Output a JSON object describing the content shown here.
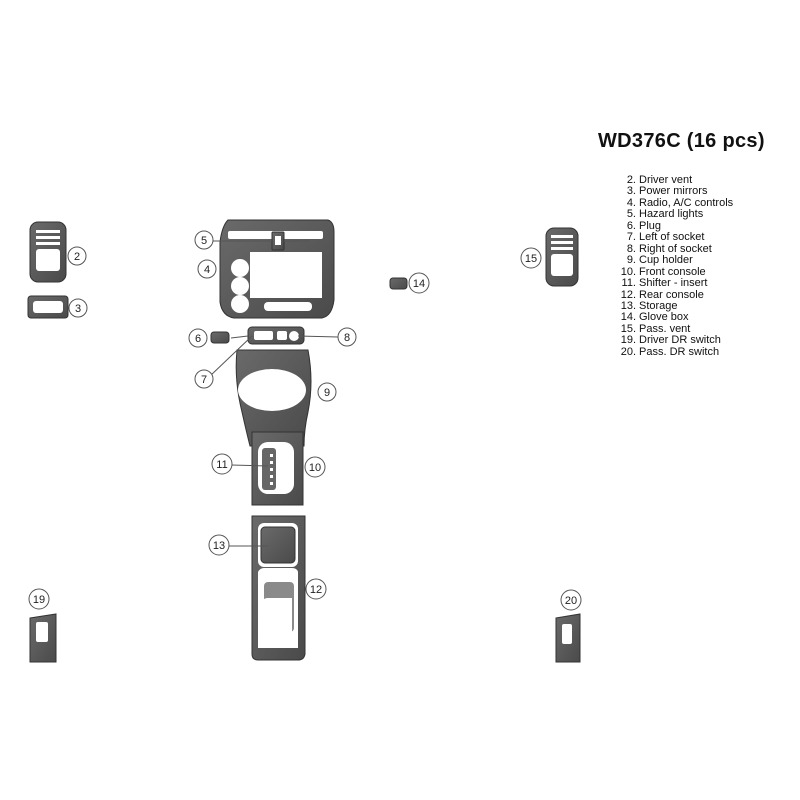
{
  "title": "WD376C (16 pcs)",
  "legend": [
    {
      "num": "2.",
      "label": "Driver vent"
    },
    {
      "num": "3.",
      "label": "Power mirrors"
    },
    {
      "num": "4.",
      "label": "Radio, A/C controls"
    },
    {
      "num": "5.",
      "label": "Hazard lights"
    },
    {
      "num": "6.",
      "label": "Plug"
    },
    {
      "num": "7.",
      "label": "Left of socket"
    },
    {
      "num": "8.",
      "label": "Right of socket"
    },
    {
      "num": "9.",
      "label": "Cup holder"
    },
    {
      "num": "10.",
      "label": "Front console"
    },
    {
      "num": "11.",
      "label": "Shifter - insert"
    },
    {
      "num": "12.",
      "label": "Rear console"
    },
    {
      "num": "13.",
      "label": "Storage"
    },
    {
      "num": "14.",
      "label": "Glove box"
    },
    {
      "num": "15.",
      "label": "Pass. vent"
    },
    {
      "num": "19.",
      "label": "Driver DR switch"
    },
    {
      "num": "20.",
      "label": "Pass. DR switch"
    }
  ],
  "callouts": [
    "2",
    "3",
    "4",
    "5",
    "6",
    "7",
    "8",
    "9",
    "10",
    "11",
    "12",
    "13",
    "14",
    "15",
    "19",
    "20"
  ],
  "colors": {
    "piece_fill": "#5a5a5a",
    "piece_stroke": "#333333",
    "cutout": "#ffffff",
    "callout_stroke": "#555555"
  }
}
